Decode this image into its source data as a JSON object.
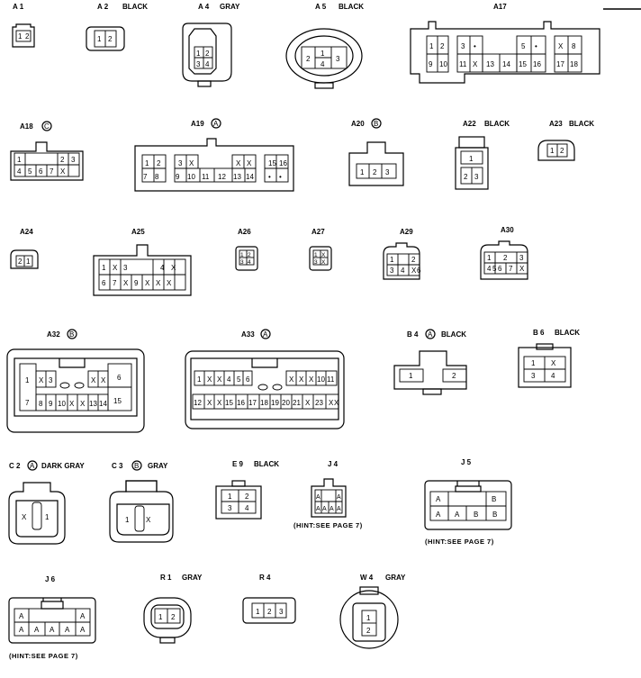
{
  "connectors": [
    {
      "label": "A 1",
      "pins": [
        "1",
        "2"
      ]
    },
    {
      "label": "A 2",
      "color": "BLACK",
      "pins": [
        "1",
        "2"
      ]
    },
    {
      "label": "A 4",
      "color": "GRAY",
      "pins": [
        "1",
        "2",
        "3",
        "4"
      ]
    },
    {
      "label": "A 5",
      "color": "BLACK",
      "pins": [
        "1",
        "2",
        "3",
        "4"
      ]
    },
    {
      "label": "A17",
      "pins": [
        "1",
        "2",
        "3",
        "•",
        "X",
        "8",
        "9",
        "10",
        "11",
        "X",
        "13",
        "14",
        "15",
        "16",
        "17",
        "18",
        "5",
        "•"
      ]
    },
    {
      "label": "A18",
      "badge": "C",
      "pins": [
        "1",
        "2",
        "3",
        "4",
        "5",
        "6",
        "7",
        "X"
      ]
    },
    {
      "label": "A19",
      "badge": "A",
      "pins": [
        "1",
        "2",
        "3",
        "X",
        "X",
        "X",
        "7",
        "8",
        "9",
        "10",
        "11",
        "12",
        "13",
        "14",
        "15",
        "16",
        "•",
        "•"
      ]
    },
    {
      "label": "A20",
      "badge": "B",
      "pins": [
        "1",
        "2",
        "3"
      ]
    },
    {
      "label": "A22",
      "color": "BLACK",
      "pins": [
        "1",
        "2",
        "3"
      ]
    },
    {
      "label": "A23",
      "color": "BLACK",
      "pins": [
        "1",
        "2"
      ]
    },
    {
      "label": "A24",
      "pins": [
        "2",
        "1"
      ]
    },
    {
      "label": "A25",
      "pins": [
        "1",
        "X",
        "3",
        "4",
        "X",
        "6",
        "7",
        "X",
        "9",
        "X",
        "X",
        "X"
      ]
    },
    {
      "label": "A26",
      "pins": [
        "1",
        "2",
        "3",
        "4"
      ]
    },
    {
      "label": "A27",
      "pins": [
        "1",
        "X",
        "3",
        "X"
      ]
    },
    {
      "label": "A29",
      "pins": [
        "1",
        "2",
        "3",
        "4",
        "X",
        "6"
      ]
    },
    {
      "label": "A30",
      "pins": [
        "1",
        "2",
        "3",
        "4",
        "5",
        "6",
        "7",
        "X"
      ]
    },
    {
      "label": "A32",
      "badge": "B",
      "pins": [
        "1",
        "X",
        "3",
        "X",
        "X",
        "6",
        "7",
        "8",
        "9",
        "10",
        "X",
        "X",
        "13",
        "14",
        "15"
      ]
    },
    {
      "label": "A33",
      "badge": "A",
      "pins": [
        "1",
        "X",
        "X",
        "4",
        "5",
        "6",
        "X",
        "X",
        "X",
        "10",
        "11",
        "12",
        "X",
        "X",
        "15",
        "16",
        "17",
        "18",
        "19",
        "20",
        "21",
        "X",
        "23",
        "X",
        "X"
      ]
    },
    {
      "label": "B 4",
      "badge": "A",
      "color": "BLACK",
      "pins": [
        "1",
        "2"
      ]
    },
    {
      "label": "B 6",
      "color": "BLACK",
      "pins": [
        "1",
        "X",
        "3",
        "4"
      ]
    },
    {
      "label": "C 2",
      "badge": "A",
      "color": "DARK GRAY",
      "pins": [
        "X",
        "1"
      ]
    },
    {
      "label": "C 3",
      "badge": "B",
      "color": "GRAY",
      "pins": [
        "1",
        "X"
      ]
    },
    {
      "label": "E 9",
      "color": "BLACK",
      "pins": [
        "1",
        "2",
        "3",
        "4"
      ]
    },
    {
      "label": "J 4",
      "hint": "(HINT:SEE PAGE 7)",
      "pins": [
        "A",
        "A",
        "A",
        "A",
        "A",
        "A"
      ]
    },
    {
      "label": "J 5",
      "hint": "(HINT:SEE PAGE 7)",
      "pins": [
        "A",
        "B",
        "A",
        "A",
        "B",
        "B"
      ]
    },
    {
      "label": "J 6",
      "hint": "(HINT:SEE PAGE 7)",
      "pins": [
        "A",
        "A",
        "A",
        "A",
        "A",
        "A",
        "A"
      ]
    },
    {
      "label": "R 1",
      "color": "GRAY",
      "pins": [
        "1",
        "2"
      ]
    },
    {
      "label": "R 4",
      "pins": [
        "1",
        "2",
        "3"
      ]
    },
    {
      "label": "W 4",
      "color": "GRAY",
      "pins": [
        "1",
        "2"
      ]
    }
  ]
}
